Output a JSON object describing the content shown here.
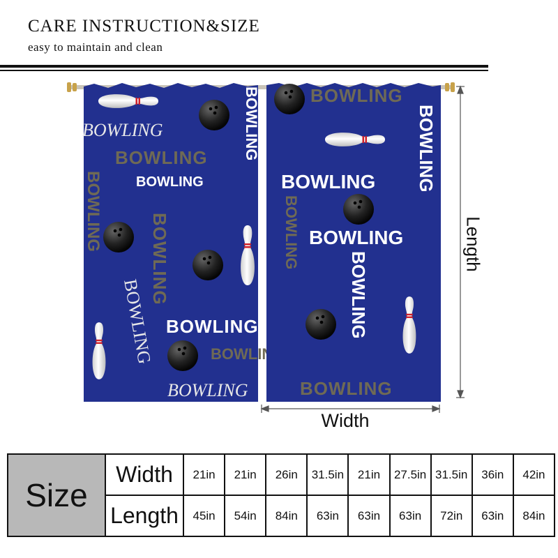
{
  "header": {
    "title": "CARE INSTRUCTION&SIZE",
    "subtitle": "easy to maintain and clean"
  },
  "curtain": {
    "word": "BOWLING",
    "background_color": "#22308f",
    "text_color_white": "#ffffff",
    "text_color_gray": "#6f6a55"
  },
  "dimensions": {
    "length_label": "Length",
    "width_label": "Width"
  },
  "size_table": {
    "header": "Size",
    "rows": [
      {
        "label": "Width",
        "values": [
          "21in",
          "21in",
          "26in",
          "31.5in",
          "21in",
          "27.5in",
          "31.5in",
          "36in",
          "42in"
        ]
      },
      {
        "label": "Length",
        "values": [
          "45in",
          "54in",
          "84in",
          "63in",
          "63in",
          "63in",
          "72in",
          "63in",
          "84in"
        ]
      }
    ]
  }
}
